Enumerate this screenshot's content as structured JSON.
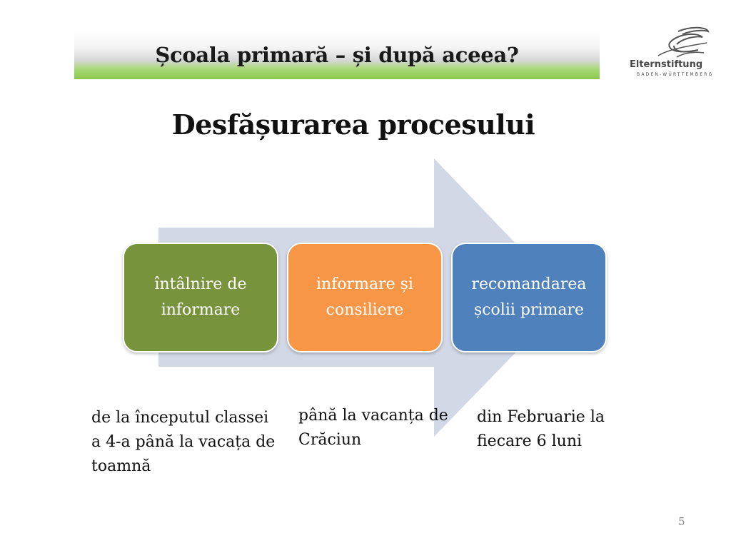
{
  "slide": {
    "title": "Școala primară – și după aceea?",
    "subtitle": "Desfășurarea procesului",
    "page_number": "5"
  },
  "logo": {
    "name": "Elternstiftung",
    "sub": "BADEN-WÜRTTEMBERG"
  },
  "process": {
    "steps": [
      {
        "label": "întâlnire de informare",
        "color": "#77933c"
      },
      {
        "label": "informare și consiliere",
        "color": "#f79646"
      },
      {
        "label": "recomandarea școlii primare",
        "color": "#4f81bd"
      }
    ],
    "arrow_color": "#d3d8e6"
  },
  "timeline": [
    "de la începutul classei a 4-a până la vacața de toamnă",
    "până la vacanța de Crăciun",
    "din Februarie la fiecare 6 luni"
  ]
}
